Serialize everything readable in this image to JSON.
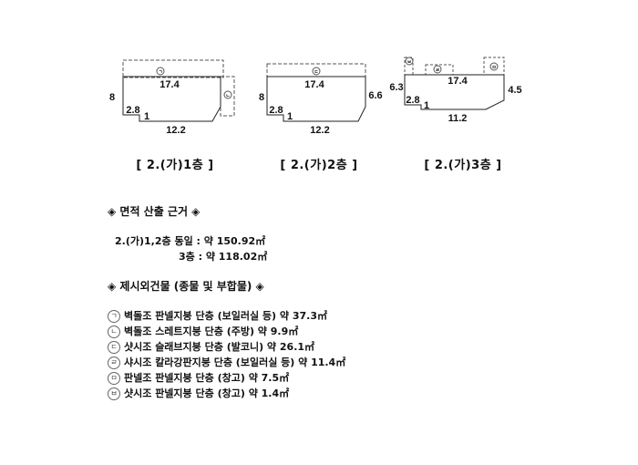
{
  "plans": [
    {
      "caption": "[ 2.(가)1층 ]",
      "dims": {
        "top": "17.4",
        "left": "8",
        "bottom": "12.2",
        "step_v": "2.8",
        "step_h": "1"
      },
      "markers": [
        "ㄱ",
        "ㄴ"
      ]
    },
    {
      "caption": "[ 2.(가)2층 ]",
      "dims": {
        "top": "17.4",
        "left": "8",
        "right": "6.6",
        "bottom": "12.2",
        "step_v": "2.8",
        "step_h": "1"
      },
      "markers": [
        "ㄷ"
      ]
    },
    {
      "caption": "[ 2.(가)3층 ]",
      "dims": {
        "top": "17.4",
        "left": "6.3",
        "right": "4.5",
        "bottom": "11.2",
        "step_v": "2.8",
        "step_h": "1"
      },
      "markers": [
        "ㅂ",
        "ㄹ",
        "ㅁ"
      ]
    }
  ],
  "area_basis": {
    "heading": "◈ 면적 산출 근거 ◈",
    "line1": "2.(가)1,2층 동일 : 약 150.92㎡",
    "line2": "3층 : 약 118.02㎡"
  },
  "extra_buildings": {
    "heading": "◈ 제시외건물 (종물 및 부합물) ◈",
    "items": [
      {
        "marker": "ㄱ",
        "text": "벽돌조 판넬지붕 단층 (보일러실 등) 약 37.3㎡"
      },
      {
        "marker": "ㄴ",
        "text": "벽돌조 스레트지붕 단층 (주방) 약 9.9㎡"
      },
      {
        "marker": "ㄷ",
        "text": "샷시조 슬래브지붕 단층 (발코니) 약 26.1㎡"
      },
      {
        "marker": "ㄹ",
        "text": "샤시조 칼라강판지붕 단층 (보일러실 등) 약 11.4㎡"
      },
      {
        "marker": "ㅁ",
        "text": "판넬조 판넬지붕 단층 (창고) 약 7.5㎡"
      },
      {
        "marker": "ㅂ",
        "text": "샷시조 판넬지붕 단층 (창고) 약 1.4㎡"
      }
    ]
  }
}
